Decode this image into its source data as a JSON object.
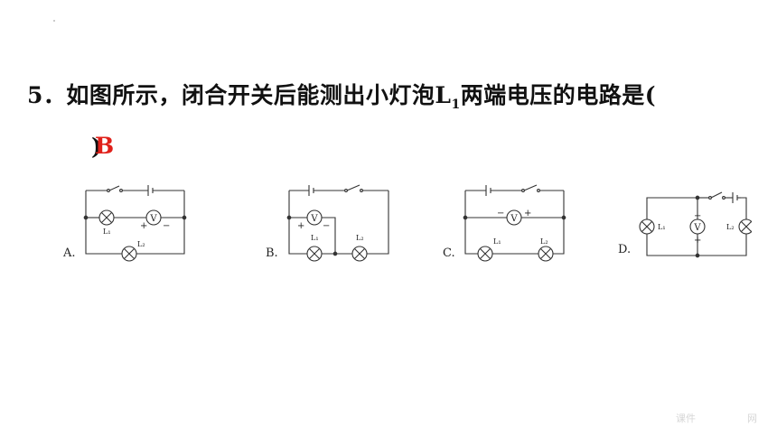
{
  "question": {
    "number": "5",
    "text_part1": "．如图所示，闭合开关后能测出小灯泡L",
    "subscript": "1",
    "text_part2": "两端电压的电路是(",
    "close_paren": ")",
    "answer": "B"
  },
  "options": {
    "a": {
      "label": "A.",
      "lamp1": "L₁",
      "lamp2": "L₂",
      "meter": "V",
      "plus": "+",
      "minus": "−"
    },
    "b": {
      "label": "B.",
      "lamp1": "L₁",
      "lamp2": "L₂",
      "meter": "V",
      "plus": "+",
      "minus": "−"
    },
    "c": {
      "label": "C.",
      "lamp1": "L₁",
      "lamp2": "L₂",
      "meter": "V",
      "plus": "+",
      "minus": "−"
    },
    "d": {
      "label": "D.",
      "lamp1": "L₁",
      "lamp2": "L₂",
      "meter": "V",
      "plus": "+",
      "minus": "−"
    }
  },
  "watermark": {
    "left": "课件",
    "right": "网"
  }
}
